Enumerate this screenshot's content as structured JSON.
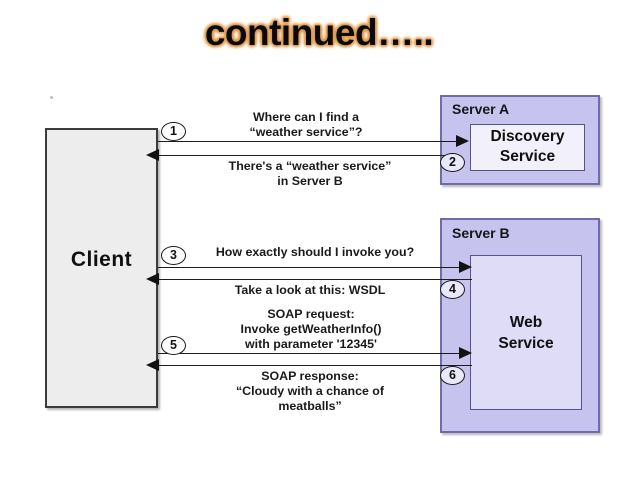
{
  "slide": {
    "title": "continued….."
  },
  "actors": {
    "client": {
      "label": "Client"
    },
    "server_a": {
      "label": "Server A",
      "inner": {
        "line1": "Discovery",
        "line2": "Service"
      }
    },
    "server_b": {
      "label": "Server B",
      "inner": {
        "line1": "Web",
        "line2": "Service"
      }
    }
  },
  "steps": [
    {
      "number": "1",
      "direction": "client-to-server-a",
      "lines": [
        "Where can I find a",
        "“weather service”?"
      ]
    },
    {
      "number": "2",
      "direction": "server-a-to-client",
      "lines": [
        "There's a “weather service”",
        "in Server B"
      ]
    },
    {
      "number": "3",
      "direction": "client-to-server-b",
      "lines": [
        "How exactly should I invoke you?"
      ]
    },
    {
      "number": "4",
      "direction": "server-b-to-client",
      "lines": [
        "Take a look at this: ",
        "WSDL"
      ]
    },
    {
      "number": "5",
      "direction": "client-to-server-b",
      "lines": [
        "SOAP request:",
        "Invoke getWeatherInfo()",
        "with parameter '12345'"
      ]
    },
    {
      "number": "6",
      "direction": "server-b-to-client",
      "lines": [
        "SOAP response:",
        "“Cloudy with a chance of",
        "meatballs”"
      ]
    }
  ],
  "colors": {
    "server_fill": "#c6c3ef",
    "server_border": "#6f6ca8",
    "client_fill": "#ededed",
    "client_border": "#3b3b3b",
    "discovery_fill": "#f2f1fb",
    "webservice_fill": "#dedcf7",
    "title_glow": "#d98f3c"
  }
}
